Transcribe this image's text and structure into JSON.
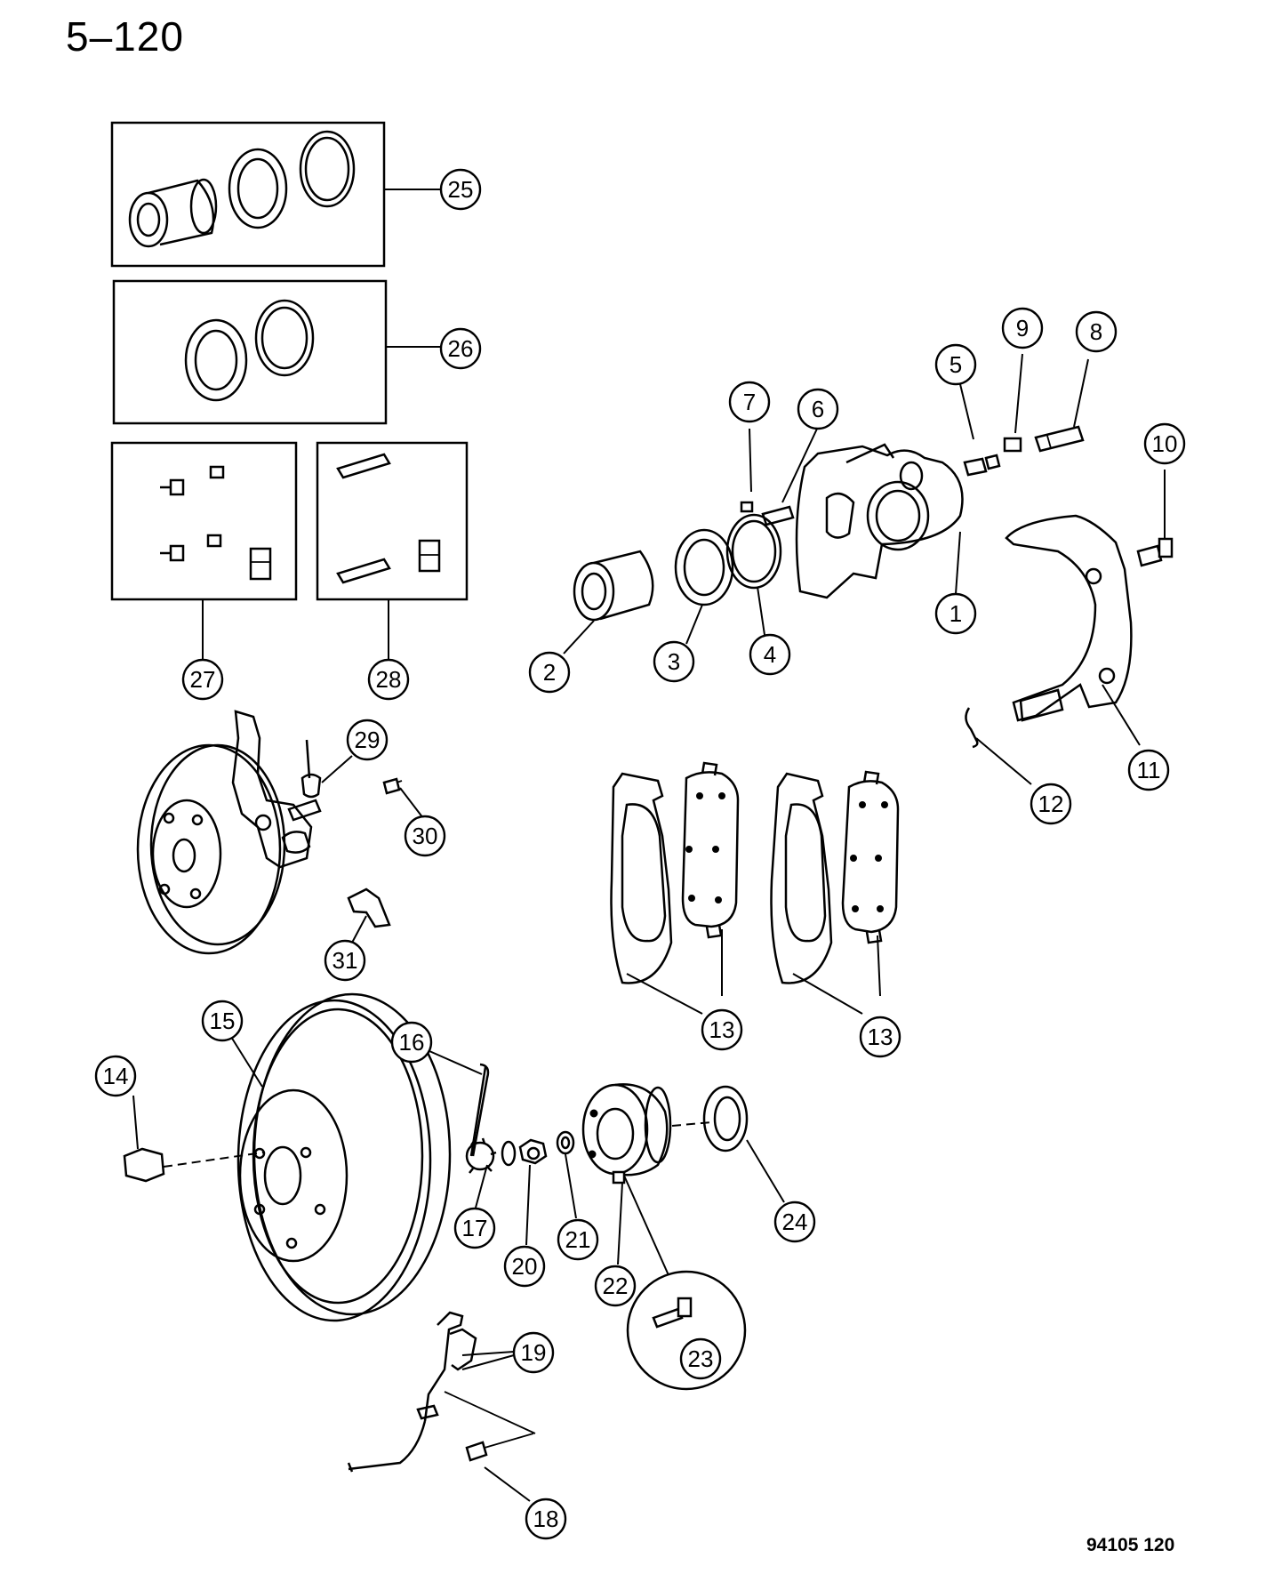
{
  "page": {
    "page_number": "5–120",
    "figure_code": "94105  120"
  },
  "callouts": [
    {
      "id": "1",
      "label": "1"
    },
    {
      "id": "2",
      "label": "2"
    },
    {
      "id": "3",
      "label": "3"
    },
    {
      "id": "4",
      "label": "4"
    },
    {
      "id": "5",
      "label": "5"
    },
    {
      "id": "6",
      "label": "6"
    },
    {
      "id": "7",
      "label": "7"
    },
    {
      "id": "8",
      "label": "8"
    },
    {
      "id": "9",
      "label": "9"
    },
    {
      "id": "10",
      "label": "10"
    },
    {
      "id": "11",
      "label": "11"
    },
    {
      "id": "12",
      "label": "12"
    },
    {
      "id": "13a",
      "label": "13"
    },
    {
      "id": "13b",
      "label": "13"
    },
    {
      "id": "14",
      "label": "14"
    },
    {
      "id": "15",
      "label": "15"
    },
    {
      "id": "16",
      "label": "16"
    },
    {
      "id": "17",
      "label": "17"
    },
    {
      "id": "18",
      "label": "18"
    },
    {
      "id": "19",
      "label": "19"
    },
    {
      "id": "20",
      "label": "20"
    },
    {
      "id": "21",
      "label": "21"
    },
    {
      "id": "22",
      "label": "22"
    },
    {
      "id": "23",
      "label": "23"
    },
    {
      "id": "24",
      "label": "24"
    },
    {
      "id": "25",
      "label": "25"
    },
    {
      "id": "26",
      "label": "26"
    },
    {
      "id": "27",
      "label": "27"
    },
    {
      "id": "28",
      "label": "28"
    },
    {
      "id": "29",
      "label": "29"
    },
    {
      "id": "30",
      "label": "30"
    },
    {
      "id": "31",
      "label": "31"
    }
  ]
}
